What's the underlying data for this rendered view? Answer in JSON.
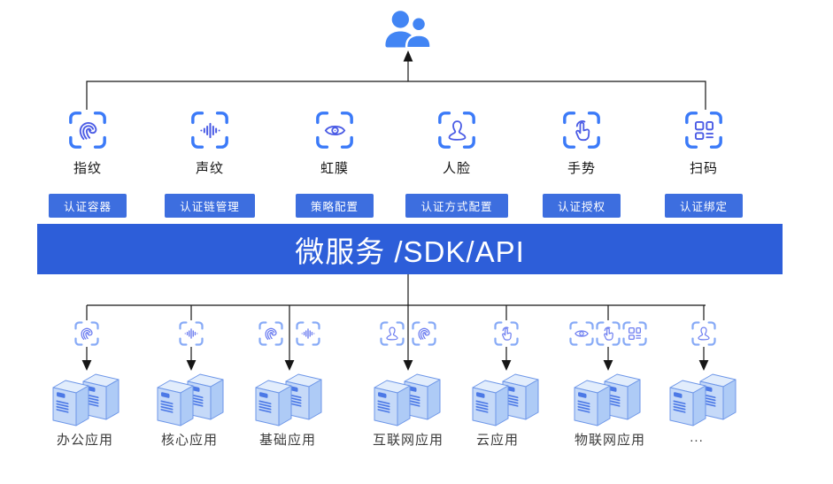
{
  "users": {
    "icon": "users-icon",
    "color": "#4285f4"
  },
  "auth_methods": [
    {
      "label": "指纹",
      "badge": "认证容器",
      "icon": "fingerprint-icon"
    },
    {
      "label": "声纹",
      "badge": "认证链管理",
      "icon": "voiceprint-icon"
    },
    {
      "label": "虹膜",
      "badge": "策略配置",
      "icon": "iris-icon"
    },
    {
      "label": "人脸",
      "badge": "认证方式配置",
      "icon": "face-icon"
    },
    {
      "label": "手势",
      "badge": "认证授权",
      "icon": "gesture-icon"
    },
    {
      "label": "扫码",
      "badge": "认证绑定",
      "icon": "scan-code-icon"
    }
  ],
  "middleware": {
    "label": "微服务 /SDK/API"
  },
  "applications": [
    {
      "label": "办公应用",
      "icons": [
        "fingerprint-icon"
      ]
    },
    {
      "label": "核心应用",
      "icons": [
        "voiceprint-icon"
      ]
    },
    {
      "label": "基础应用",
      "icons": [
        "fingerprint-icon",
        "voiceprint-icon"
      ]
    },
    {
      "label": "互联网应用",
      "icons": [
        "face-icon",
        "fingerprint-icon"
      ]
    },
    {
      "label": "云应用",
      "icons": [
        "gesture-icon"
      ]
    },
    {
      "label": "物联网应用",
      "icons": [
        "iris-icon",
        "gesture-icon",
        "scan-code-icon"
      ]
    },
    {
      "label": "...",
      "icons": [
        "face-icon"
      ]
    }
  ],
  "colors": {
    "banner_blue": "#2d5ed9",
    "badge_blue": "#3d6edf",
    "bracket_blue": "#3b7af8",
    "glyph_indigo": "#4b5ce5",
    "server_fill": "#c5d9f8",
    "line_black": "#161616"
  }
}
